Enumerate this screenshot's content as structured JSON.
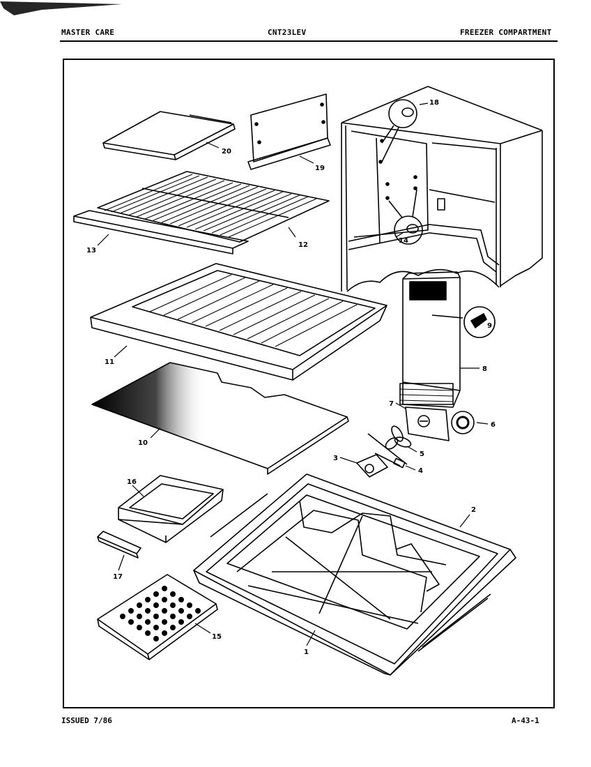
{
  "header": {
    "left": "MASTER CARE",
    "center": "CNT23LEV",
    "right": "FREEZER COMPARTMENT"
  },
  "footer": {
    "left": "ISSUED 7/86",
    "right": "A-43-1"
  },
  "callouts": [
    "1",
    "2",
    "3",
    "4",
    "5",
    "6",
    "7",
    "8",
    "9",
    "10",
    "11",
    "12",
    "13",
    "14",
    "15",
    "16",
    "17",
    "18",
    "19",
    "20"
  ]
}
